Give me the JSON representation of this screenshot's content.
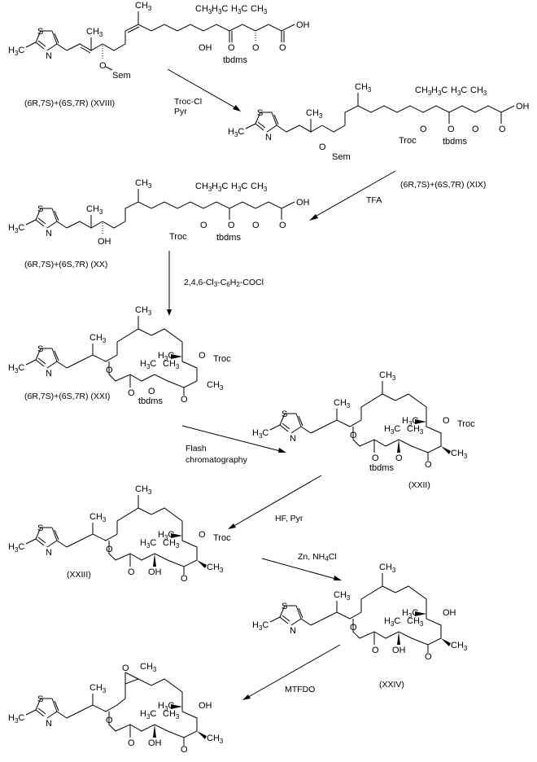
{
  "scheme": {
    "compounds": [
      {
        "id": "XVIII",
        "label": "(6R,7S)+(6S,7R) (XVIII)",
        "protecting_groups": [
          "Sem",
          "tbdms"
        ],
        "functional": [
          "OH",
          "O",
          "OH"
        ]
      },
      {
        "id": "XIX",
        "label": "(6R,7S)+(6S,7R) (XIX)",
        "protecting_groups": [
          "Sem",
          "Troc",
          "tbdms"
        ]
      },
      {
        "id": "XX",
        "label": "(6R,7S)+(6S,7R) (XX)",
        "protecting_groups": [
          "Troc",
          "tbdms"
        ]
      },
      {
        "id": "XXI",
        "label": "(6R,7S)+(6S,7R) (XXI)",
        "protecting_groups": [
          "Troc",
          "tbdms"
        ]
      },
      {
        "id": "XXII",
        "label": "(XXII)",
        "protecting_groups": [
          "Troc",
          "tbdms"
        ]
      },
      {
        "id": "XXIII",
        "label": "(XXIII)",
        "protecting_groups": [
          "Troc"
        ]
      },
      {
        "id": "XXIV",
        "label": "(XXIV)",
        "protecting_groups": []
      },
      {
        "id": "final",
        "label": "",
        "protecting_groups": []
      }
    ],
    "reagents": [
      {
        "step": 1,
        "lines": [
          "Troc-Cl",
          "Pyr"
        ]
      },
      {
        "step": 2,
        "lines": [
          "TFA"
        ]
      },
      {
        "step": 3,
        "lines": [
          "2,4,6-Cl3-C6H2-COCl"
        ]
      },
      {
        "step": 4,
        "lines": [
          "Flash",
          "chromatography"
        ]
      },
      {
        "step": 5,
        "lines": [
          "HF, Pyr"
        ]
      },
      {
        "step": 6,
        "lines": [
          "Zn, NH4Cl"
        ]
      },
      {
        "step": 7,
        "lines": [
          "MTFDO"
        ]
      }
    ],
    "atoms": {
      "S": "S",
      "N": "N",
      "O": "O",
      "OH": "OH",
      "H3C": "H3C",
      "CH3": "CH3",
      "Sem": "Sem",
      "Troc": "Troc",
      "tbdms": "tbdms"
    }
  }
}
